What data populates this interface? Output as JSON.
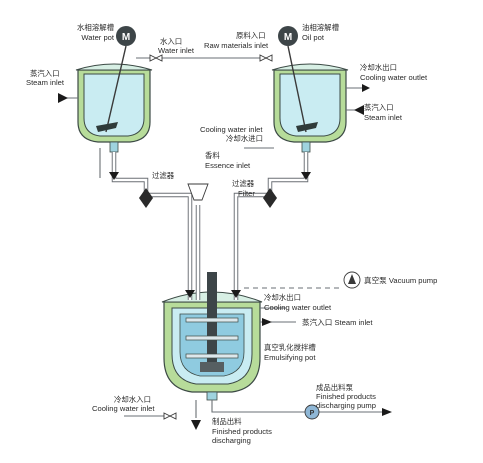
{
  "labels": {
    "water_pot_cn": "水相溶解槽",
    "water_pot_en": "Water pot",
    "water_inlet_cn": "水入口",
    "water_inlet_en": "Water inlet",
    "raw_inlet_cn": "原料入口",
    "raw_inlet_en": "Raw materials inlet",
    "oil_pot_cn": "油相溶解槽",
    "oil_pot_en": "Oil pot",
    "steam_inlet_left_cn": "蒸汽入口",
    "steam_inlet_left_en": "Steam inlet",
    "cooling_outlet_right_cn": "冷却水出口",
    "cooling_outlet_right_en": "Cooling water outlet",
    "steam_inlet_right_cn": "蒸汽入口",
    "steam_inlet_right_en": "Steam inlet",
    "cooling_inlet_mid_en": "Cooling water inlet",
    "cooling_inlet_mid_cn": "冷却水进口",
    "filter_left_cn": "过滤器",
    "essence_cn": "香料",
    "essence_en": "Essence inlet",
    "filter_right_cn": "过滤器",
    "filter_right_en": "Filter",
    "vacuum_pump": "真空泵 Vacuum pump",
    "cooling_outlet_bottom_cn": "冷却水出口",
    "cooling_outlet_bottom_en": "Cooling water outlet",
    "steam_inlet_bottom": "蒸汽入口 Steam inlet",
    "emulsifying_cn": "真空乳化搅拌槽",
    "emulsifying_en": "Emulsifying pot",
    "discharge_pump_cn": "成品出料泵",
    "discharge_pump_en1": "Finished products",
    "discharge_pump_en2": "discharging pump",
    "cooling_inlet_bottom_cn": "冷却水入口",
    "cooling_inlet_bottom_en": "Cooling water inlet",
    "finished_cn": "制品出料",
    "finished_en1": "Finished products",
    "finished_en2": "discharging",
    "motor_symbol": "M",
    "pump_symbol": "P"
  },
  "colors": {
    "jacket": "#b7dc9a",
    "liquid": "#c9ecf2",
    "pipe": "#6a6f74"
  }
}
